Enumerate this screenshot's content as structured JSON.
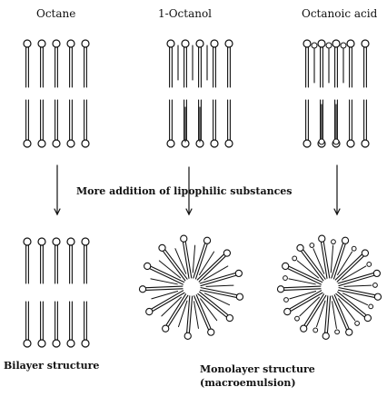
{
  "labels": {
    "octane": "Octane",
    "octanol": "1-Octanol",
    "octanoic_acid": "Octanoic acid",
    "addition": "More addition of  lipophilic substances",
    "bilayer": "Bilayer structure",
    "monolayer_line1": "Monolayer structure",
    "monolayer_line2": "(macroemulsion)"
  },
  "colors": {
    "ink": "#111111",
    "background": "#ffffff"
  }
}
